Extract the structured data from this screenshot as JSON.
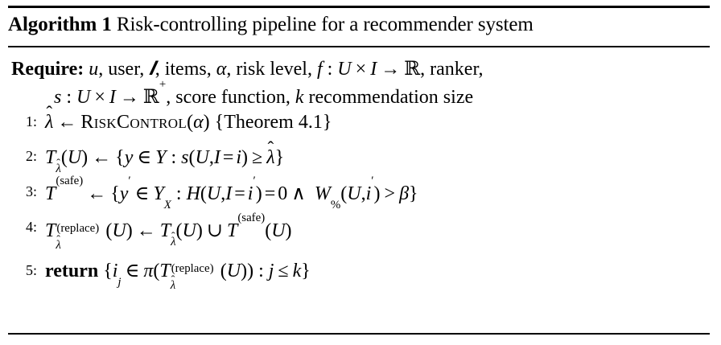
{
  "algorithm": {
    "label": "Algorithm 1",
    "title": "Risk-controlling pipeline for a recommender system",
    "require": {
      "keyword": "Require:",
      "line1": "u, user, 𝐼, items, α, risk level, f : U × I → ℝ, ranker,",
      "line2": "s : U × I → ℝ⁺, score function, k recommendation size"
    },
    "steps": [
      {
        "number": "1:",
        "text": "λ̂ ← RISKCONTROL(α) {Theorem 4.1}",
        "keyword": "",
        "parts": {
          "lhs": "λ̂",
          "arrow": "←",
          "call_name": "RiskControl",
          "call_arg": "α",
          "comment": "{Theorem 4.1}"
        }
      },
      {
        "number": "2:",
        "text": "T_λ̂(U) ← {y ∈ Y : s(U, I = i) ≥ λ̂}",
        "keyword": ""
      },
      {
        "number": "3:",
        "text": "T^(safe) ← {y′ ∈ Y_X : H(U, I = i′) = 0 ∧ W_%(U, i′) > β}",
        "keyword": "",
        "superscript": "(safe)",
        "w_subscript": "%"
      },
      {
        "number": "4:",
        "text": "T_λ̂^(replace)(U) ← T_λ̂(U) ∪ T^(safe)(U)",
        "keyword": "",
        "superscript": "(replace)"
      },
      {
        "number": "5:",
        "text": "return {i_j ∈ π(T_λ̂^(replace)(U)) : j ≤ k}",
        "keyword": "return",
        "superscript": "(replace)"
      }
    ]
  },
  "colors": {
    "text": "#000000",
    "background": "#ffffff",
    "rule": "#000000"
  }
}
